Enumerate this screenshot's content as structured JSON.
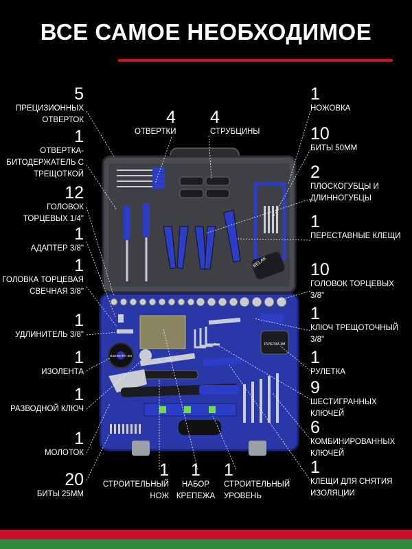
{
  "title": "ВСЕ САМОЕ НЕОБХОДИМОЕ",
  "brand": "BELAK",
  "tape_label": "ИЗОЛЕНТА 5М",
  "roulette_label": "РУЛЕТКА 3М",
  "callouts": [
    {
      "id": "precision-screwdrivers",
      "num": "5",
      "label": "ПРЕЦИЗИОННЫХ ОТВЕРТОК"
    },
    {
      "id": "screwdrivers",
      "num": "4",
      "label": "ОТВЕРТКИ"
    },
    {
      "id": "clamps",
      "num": "4",
      "label": "СТРУБЦИНЫ"
    },
    {
      "id": "hacksaw",
      "num": "1",
      "label": "НОЖОВКА"
    },
    {
      "id": "ratchet-bit-holder",
      "num": "1",
      "label": "ОТВЕРТКА-БИТОДЕРЖАТЕЛЬ С ТРЕЩОТКОЙ"
    },
    {
      "id": "bits-50",
      "num": "10",
      "label": "БИТЫ 50ММ"
    },
    {
      "id": "sockets-1-4",
      "num": "12",
      "label": "ГОЛОВОК ТОРЦЕВЫХ 1/4\""
    },
    {
      "id": "pliers",
      "num": "2",
      "label": "ПЛОСКОГУБЦЫ И ДЛИННОГУБЦЫ"
    },
    {
      "id": "adapter",
      "num": "1",
      "label": "АДАПТЕР 3/8\""
    },
    {
      "id": "adjustable-pliers",
      "num": "1",
      "label": "ПЕРЕСТАВНЫЕ КЛЕЩИ"
    },
    {
      "id": "spark-plug-socket",
      "num": "1",
      "label": "ГОЛОВКА ТОРЦЕВАЯ СВЕЧНАЯ 3/8\""
    },
    {
      "id": "sockets-3-8",
      "num": "10",
      "label": "ГОЛОВОК ТОРЦЕВЫХ 3/8\""
    },
    {
      "id": "extension",
      "num": "1",
      "label": "УДЛИНИТЕЛЬ 3/8\""
    },
    {
      "id": "ratchet",
      "num": "1",
      "label": "КЛЮЧ ТРЕЩОТОЧНЫЙ 3/8\""
    },
    {
      "id": "insulating-tape",
      "num": "1",
      "label": "ИЗОЛЕНТА"
    },
    {
      "id": "tape-measure",
      "num": "1",
      "label": "РУЛЕТКА"
    },
    {
      "id": "adjustable-wrench",
      "num": "1",
      "label": "РАЗВОДНОЙ КЛЮЧ"
    },
    {
      "id": "hex-keys",
      "num": "9",
      "label": "ШЕСТИГРАННЫХ КЛЮЧЕЙ"
    },
    {
      "id": "hammer",
      "num": "1",
      "label": "МОЛОТОК"
    },
    {
      "id": "combination-wrenches",
      "num": "6",
      "label": "КОМБИНИРОВАННЫХ КЛЮЧЕЙ"
    },
    {
      "id": "bits-25",
      "num": "20",
      "label": "БИТЫ 25ММ"
    },
    {
      "id": "utility-knife",
      "num": "1",
      "label": "СТРОИТЕЛЬНЫЙ НОЖ"
    },
    {
      "id": "fastener-set",
      "num": "1",
      "label": "НАБОР КРЕПЕЖА"
    },
    {
      "id": "level",
      "num": "1",
      "label": "СТРОИТЕЛЬНЫЙ УРОВЕНЬ"
    },
    {
      "id": "wire-strippers",
      "num": "1",
      "label": "КЛЕЩИ ДЛЯ СНЯТИЯ ИЗОЛЯЦИИ"
    }
  ],
  "colors": {
    "background": "#000000",
    "case_gray": "#4a4c52",
    "case_blue": "#2a37a8",
    "accent_red": "#d3141c",
    "flag_green": "#2e8b3a"
  }
}
